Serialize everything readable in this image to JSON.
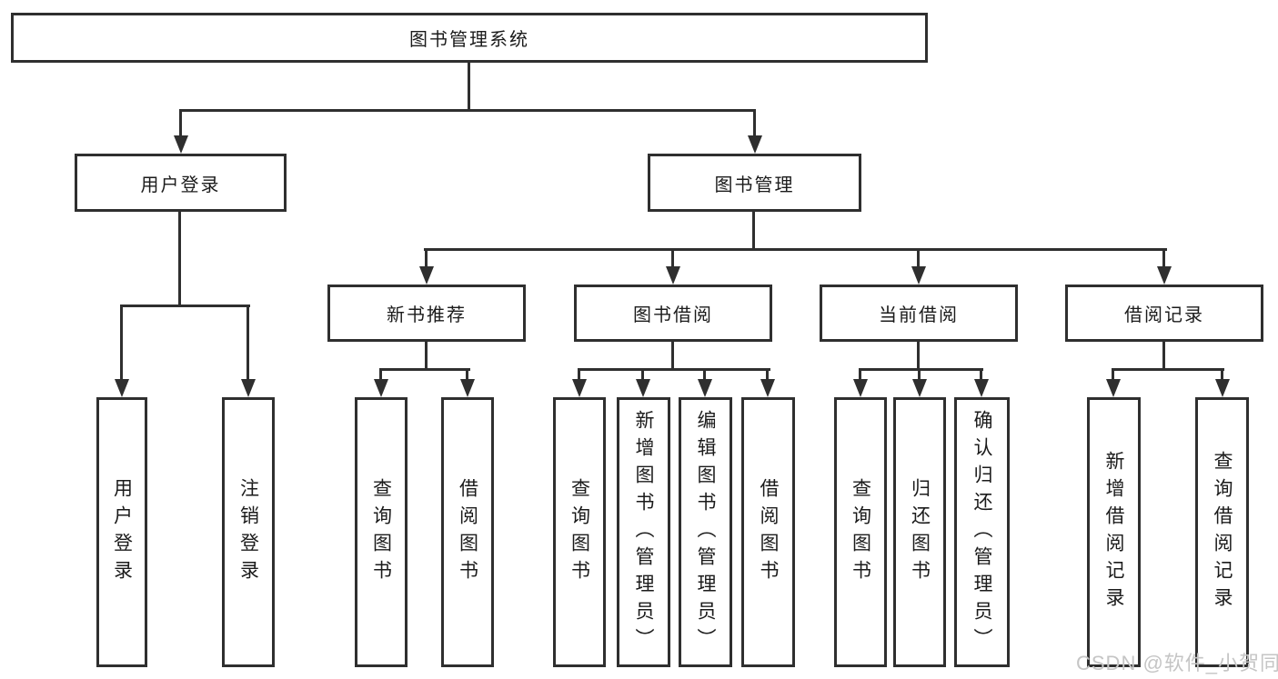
{
  "tree": {
    "root": {
      "label": "图书管理系统"
    },
    "branches": [
      {
        "label": "用户登录",
        "children": [
          {
            "label": "用户登录"
          },
          {
            "label": "注销登录"
          }
        ]
      },
      {
        "label": "图书管理",
        "children": [
          {
            "label": "新书推荐",
            "children": [
              {
                "label": "查询图书"
              },
              {
                "label": "借阅图书"
              }
            ]
          },
          {
            "label": "图书借阅",
            "children": [
              {
                "label": "查询图书"
              },
              {
                "label": "新增图书（管理员）"
              },
              {
                "label": "编辑图书（管理员）"
              },
              {
                "label": "借阅图书"
              }
            ]
          },
          {
            "label": "当前借阅",
            "children": [
              {
                "label": "查询图书"
              },
              {
                "label": "归还图书"
              },
              {
                "label": "确认归还（管理员）"
              }
            ]
          },
          {
            "label": "借阅记录",
            "children": [
              {
                "label": "新增借阅记录"
              },
              {
                "label": "查询借阅记录"
              }
            ]
          }
        ]
      }
    ]
  },
  "watermark": {
    "text": "CSDN @软件_小贺同学"
  },
  "colors": {
    "line": "#2f2f2f",
    "box_border": "#2f2f2f",
    "box_fill": "#ffffff",
    "text": "#1b1b1b",
    "watermark": "#c5c5c5"
  }
}
